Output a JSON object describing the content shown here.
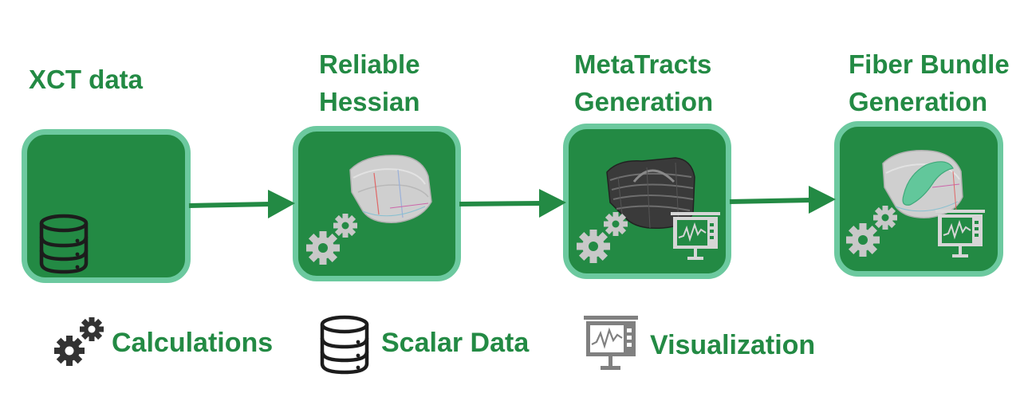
{
  "steps": [
    {
      "title_lines": [
        "XCT data"
      ],
      "icons": [
        "database-icon"
      ]
    },
    {
      "title_lines": [
        "Reliable",
        "Hessian"
      ],
      "icons": [
        "gears-icon",
        "hessian-volume-render"
      ]
    },
    {
      "title_lines": [
        "MetaTracts",
        "Generation"
      ],
      "icons": [
        "gears-icon",
        "metatracts-volume-render",
        "visualization-icon"
      ]
    },
    {
      "title_lines": [
        "Fiber Bundle",
        "Generation"
      ],
      "icons": [
        "gears-icon",
        "fiber-bundle-volume-render",
        "visualization-icon"
      ]
    }
  ],
  "legend": [
    {
      "icon": "gears-icon",
      "label": "Calculations"
    },
    {
      "icon": "database-icon",
      "label": "Scalar Data"
    },
    {
      "icon": "visualization-icon",
      "label": "Visualization"
    }
  ],
  "colors": {
    "title_green": "#238a44",
    "box_fill": "#238a44",
    "box_border": "#6cc99f",
    "icon_gray": "#d0d0d0",
    "legend_icon_dark": "#333333",
    "legend_icon_gray": "#808080"
  }
}
